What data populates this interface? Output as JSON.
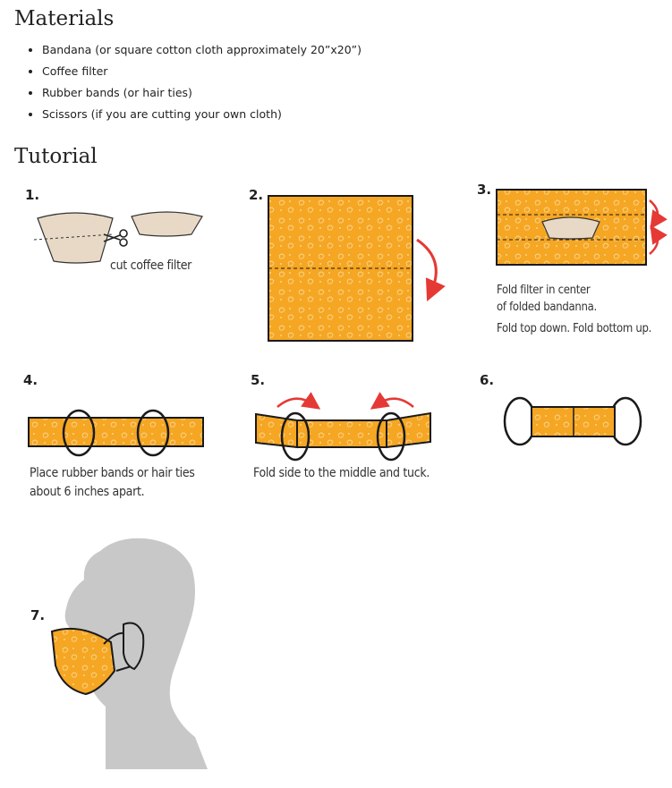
{
  "materials": {
    "heading": "Materials",
    "items": [
      "Bandana (or square cotton cloth approximately 20”x20”)",
      "Coffee filter",
      "Rubber bands (or hair ties)",
      "Scissors (if you are cutting your own cloth)"
    ]
  },
  "tutorial": {
    "heading": "Tutorial",
    "steps": [
      {
        "number": "1.",
        "caption": "cut coffee filter"
      },
      {
        "number": "2.",
        "caption": ""
      },
      {
        "number": "3.",
        "caption_lines": [
          "Fold filter in center",
          "of folded bandanna.",
          "Fold top down. Fold bottom up."
        ]
      },
      {
        "number": "4.",
        "caption_lines": [
          "Place rubber bands or hair ties",
          "about 6 inches apart."
        ]
      },
      {
        "number": "5.",
        "caption": "Fold side to the middle and tuck."
      },
      {
        "number": "6.",
        "caption": ""
      },
      {
        "number": "7.",
        "caption": ""
      }
    ]
  },
  "colors": {
    "fabric": "#f5a623",
    "filter": "#e8d9c6",
    "arrow": "#e53935",
    "silhouette": "#c8c8c8",
    "outline": "#1a1a1a"
  }
}
